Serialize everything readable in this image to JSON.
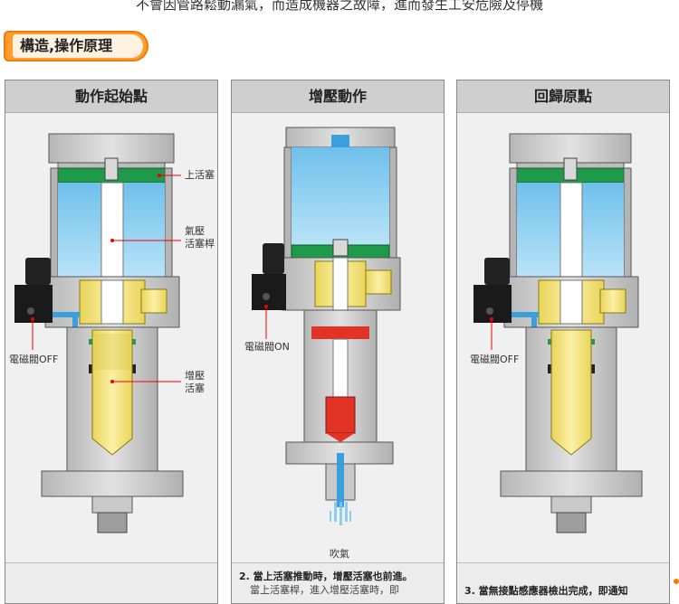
{
  "header": {
    "top_text": "不會因管路鬆動漏氣，而造成機器之故障，進而發生工安危險及停機"
  },
  "section": {
    "title": "構造,操作原理"
  },
  "panels": [
    {
      "title": "動作起始點",
      "labels": {
        "upper_piston": "上活塞",
        "air_rod_1": "氣壓",
        "air_rod_2": "活塞桿",
        "valve": "電磁閥OFF",
        "boost_1": "增壓",
        "boost_2": "活塞"
      }
    },
    {
      "title": "增壓動作",
      "labels": {
        "valve": "電磁閥ON",
        "exhaust": "吹氣"
      },
      "step": "2. 當上活塞推動時，增壓活塞也前進。",
      "step_sub": "當上活塞桿，進入增壓活塞時，即"
    },
    {
      "title": "回歸原點",
      "labels": {
        "valve": "電磁閥OFF"
      },
      "step": "3. 當無接點感應器檢出完成，即通知"
    }
  ],
  "colors": {
    "accent": "#f47a0c",
    "air": "#8fcff0",
    "oil": "#f2e27a",
    "seal": "#1f9a4a",
    "pressure": "#e23326",
    "body": "#c8c8c8"
  }
}
